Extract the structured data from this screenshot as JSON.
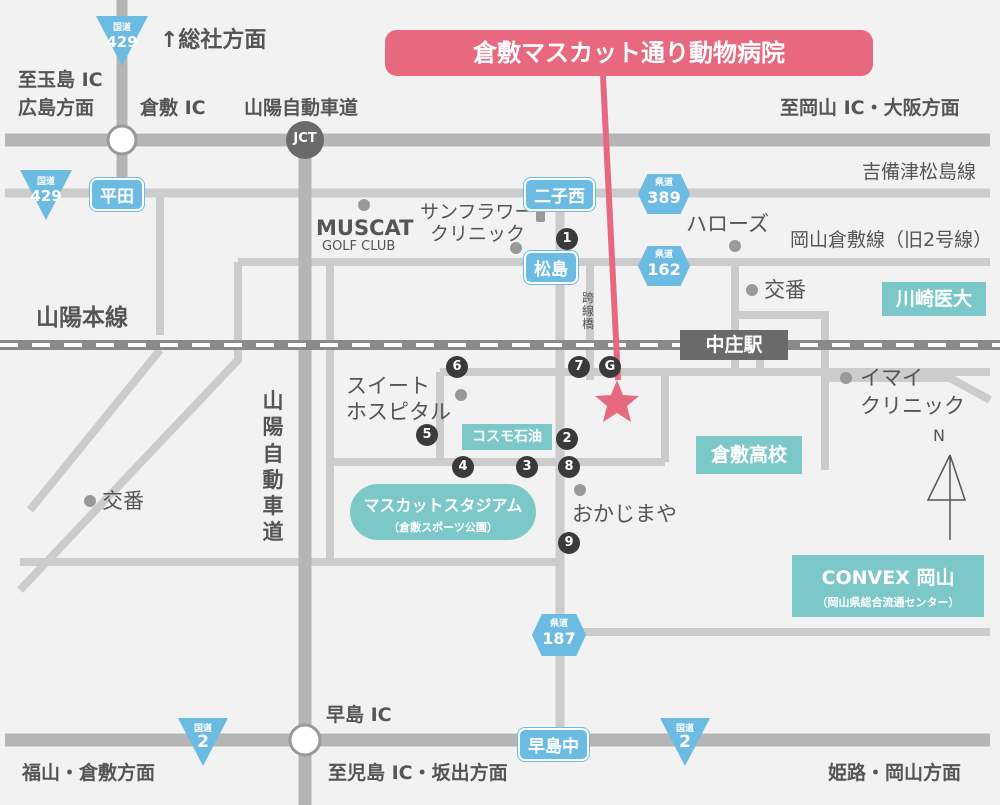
{
  "title": "倉敷マスカット通り動物病院",
  "labels": {
    "soja": "↑総社方面",
    "itama_ic": "至玉島 IC",
    "hiroshima": "広島方面",
    "kurashiki_ic": "倉敷 IC",
    "sanyo_expressway": "山陽自動車道",
    "okayama_osaka": "至岡山 IC・大阪方面",
    "jct": "JCT",
    "kibitsu": "吉備津松島線",
    "muscat": "MUSCAT",
    "golf_club": "GOLF CLUB",
    "sunflower": "サンフラワー",
    "clinic": "クリニック",
    "harozu": "ハローズ",
    "okayama_line": "岡山倉敷線（旧2号線）",
    "sanyo_line": "山陽本線",
    "koban": "交番",
    "kousenkyou": "跨線橋",
    "sweet": "スイート",
    "hospital": "ホスピタル",
    "imai": "イマイ",
    "imai_clinic": "クリニック",
    "okajimaya": "おかじまや",
    "hayashima_ic": "早島 IC",
    "fukuyama": "福山・倉敷方面",
    "kojima": "至児島 IC・坂出方面",
    "himeji": "姫路・岡山方面",
    "sanyo_vertical": "山陽自動車道",
    "north": "N"
  },
  "pills": {
    "hirata": "平田",
    "futagonishi": "二子西",
    "matsushima": "松島",
    "nakasho": "中庄駅",
    "hayashimanaka": "早島中"
  },
  "places": {
    "kawasaki": "川崎医大",
    "cosmo": "コスモ石油",
    "kurashiki_high": "倉敷高校",
    "stadium": "マスカットスタジアム",
    "stadium_sub": "（倉敷スポーツ公園）",
    "convex": "CONVEX 岡山",
    "convex_sub": "（岡山県総合流通センター）"
  },
  "routes": {
    "kokudo": "国道",
    "kendo": "県道",
    "r429": "429",
    "r389": "389",
    "r162": "162",
    "r187": "187",
    "r2": "2"
  },
  "markers": [
    "1",
    "2",
    "3",
    "4",
    "5",
    "6",
    "7",
    "8",
    "9",
    "G"
  ]
}
